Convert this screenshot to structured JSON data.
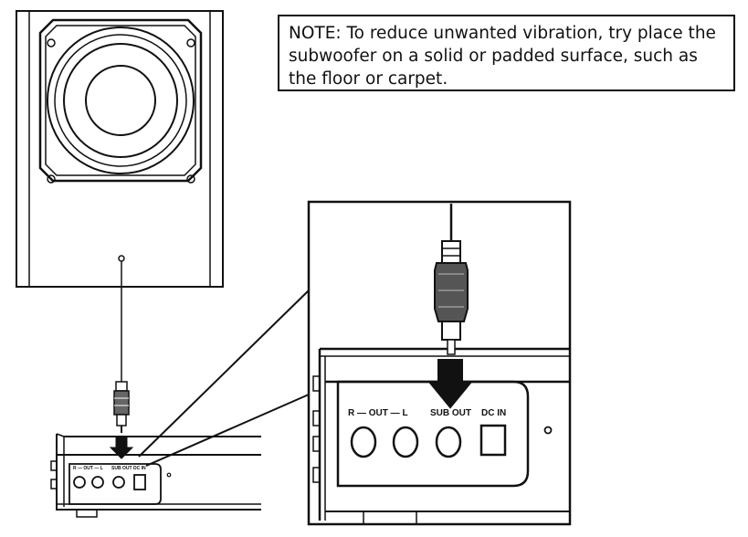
{
  "note": {
    "text": "NOTE: To reduce unwanted vibration, try place the subwoofer on a solid or padded surface, such as the floor or carpet."
  },
  "panel_labels": {
    "out_lr": "R — OUT — L",
    "sub_out": "SUB OUT",
    "dc_in": "DC IN"
  },
  "small_panel_labels": {
    "out_lr": "R — OUT — L",
    "sub_out": "SUB OUT",
    "dc_in": "DC IN"
  },
  "icons": [
    "subwoofer-speaker",
    "rca-plug",
    "down-arrow",
    "zoom-callout"
  ],
  "colors": {
    "line": "#111111",
    "background": "#ffffff",
    "plug_fill": "#555555"
  }
}
